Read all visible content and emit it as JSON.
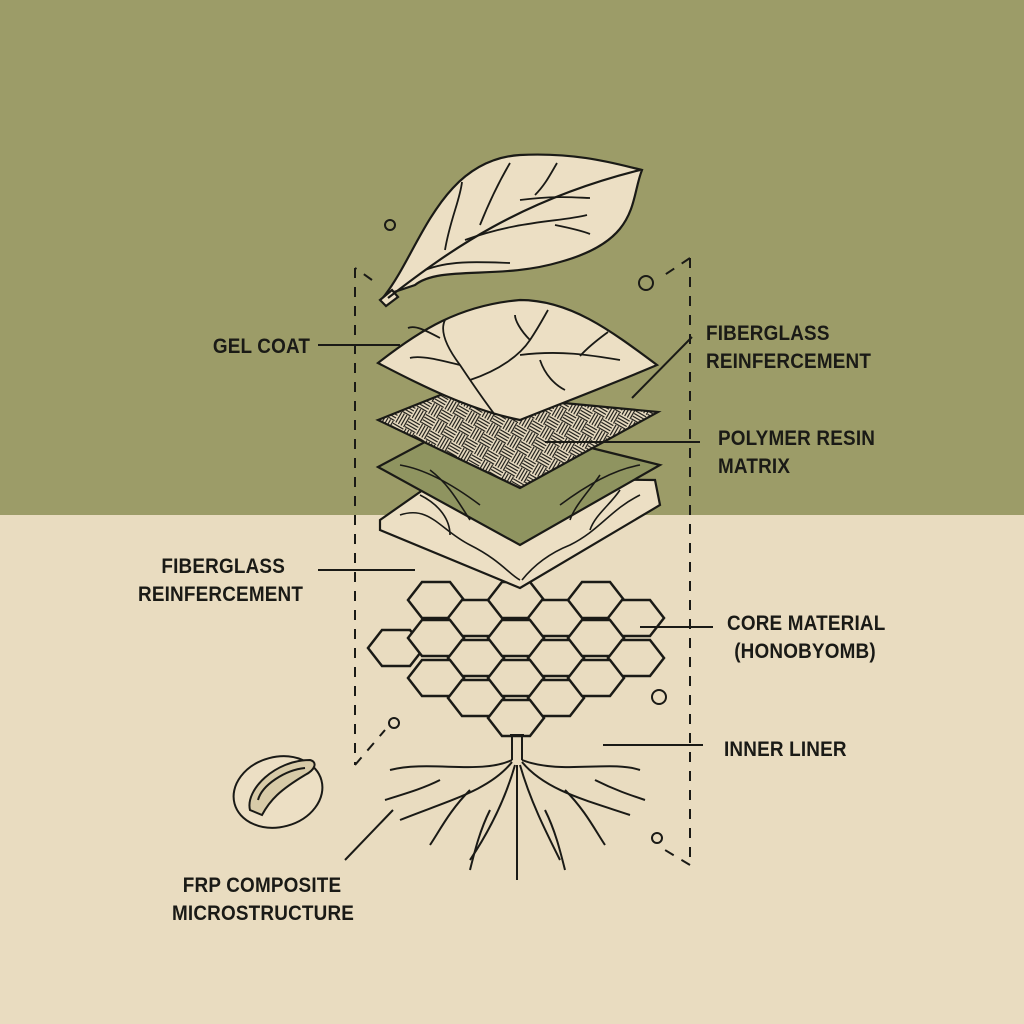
{
  "diagram": {
    "type": "exploded-layer-diagram",
    "theme": "FRP composite layers inspired by biology (leaf, veins, roots, seed)",
    "colors": {
      "background_top": "#9c9c68",
      "background_bottom": "#e9dcc0",
      "ink": "#1a1a16",
      "layer_fill_light": "#ecdfc4",
      "layer_fill_green": "#8f9460"
    },
    "labels": {
      "gel_coat": {
        "lines": [
          "GEL COAT"
        ]
      },
      "fiberglass_top": {
        "lines": [
          "FIBERGLASS",
          "REINFERCEMENT"
        ]
      },
      "polymer_resin": {
        "lines": [
          "POLYMER RESIN",
          "MATRIX"
        ]
      },
      "fiberglass_bottom": {
        "lines": [
          "FIBERGLASS",
          "REINFERCEMENT"
        ]
      },
      "core_material": {
        "lines": [
          "CORE MATERIAL",
          "(HONOBYOMB)"
        ]
      },
      "inner_liner": {
        "lines": [
          "INNER LINER"
        ]
      },
      "frp_microstructure": {
        "lines": [
          "FRP COMPOSITE",
          "MICROSTRUCTURE"
        ]
      }
    },
    "illustrations": [
      {
        "name": "leaf",
        "position": "top"
      },
      {
        "name": "gel-coat-layer-veined",
        "order": 1
      },
      {
        "name": "woven-fiberglass-layer",
        "order": 2
      },
      {
        "name": "resin-layer-green-veined",
        "order": 3
      },
      {
        "name": "fiberglass-layer-veined-light",
        "order": 4
      },
      {
        "name": "honeycomb-core",
        "order": 5
      },
      {
        "name": "root-system",
        "order": 6
      },
      {
        "name": "seed-cross-section",
        "position": "bottom-left"
      }
    ]
  }
}
